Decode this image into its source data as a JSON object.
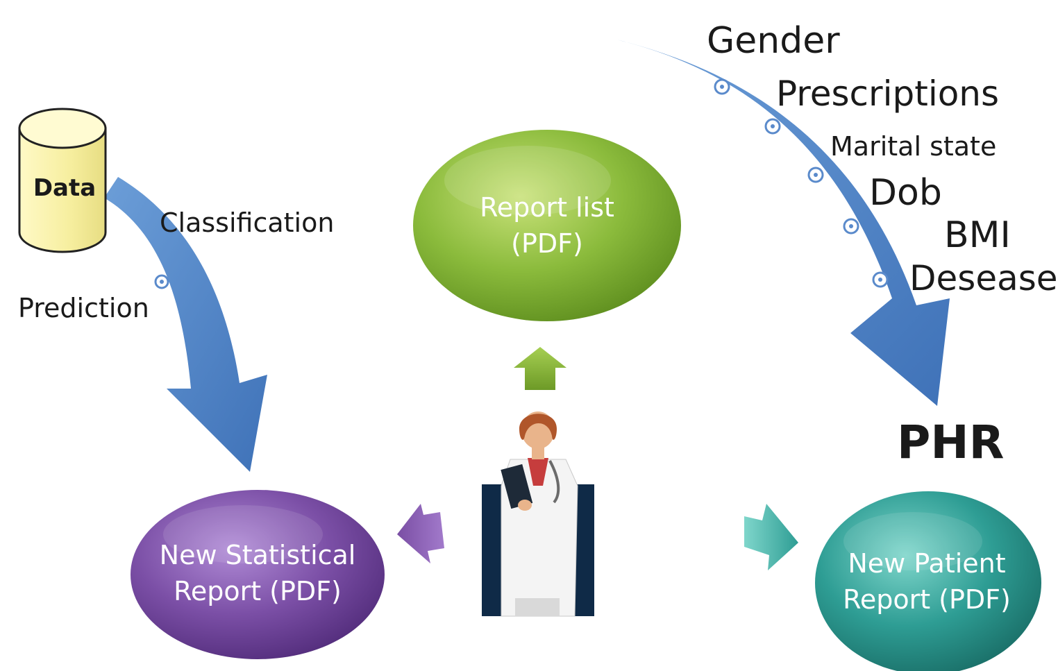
{
  "left_flow": {
    "data_label": "Data",
    "classification_label": "Classification",
    "prediction_label": "Prediction"
  },
  "report_list": {
    "line1": "Report list",
    "line2": "(PDF)"
  },
  "right_flow": {
    "fields": [
      "Gender",
      "Prescriptions",
      "Marital state",
      "Dob",
      "BMI",
      "Deseases"
    ],
    "phr_label": "PHR"
  },
  "statistical_report": {
    "line1": "New Statistical",
    "line2": "Report (PDF)"
  },
  "patient_report": {
    "line1": "New Patient",
    "line2": "Report (PDF)"
  },
  "colors": {
    "flow_arrow": "#4a7fc4",
    "data_cylinder": "#fbf6b4",
    "report_list": "#86b63a",
    "statistical_report": "#7a4ea4",
    "patient_report": "#2e9d94"
  },
  "icons": {
    "doctor": "doctor-figure-icon",
    "database": "database-cylinder-icon"
  }
}
